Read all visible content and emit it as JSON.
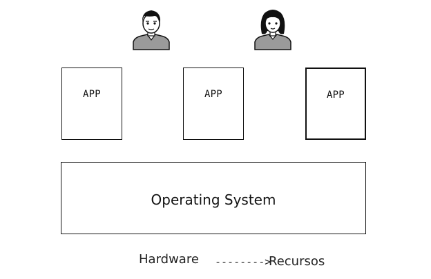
{
  "users": [
    {
      "icon": "male-user-icon"
    },
    {
      "icon": "female-user-icon"
    }
  ],
  "apps": [
    {
      "label": "APP"
    },
    {
      "label": "APP"
    },
    {
      "label": "APP"
    }
  ],
  "os": {
    "label": "Operating System"
  },
  "footer": {
    "hardware": "Hardware",
    "arrow": "-------->",
    "resources": "Recursos"
  }
}
